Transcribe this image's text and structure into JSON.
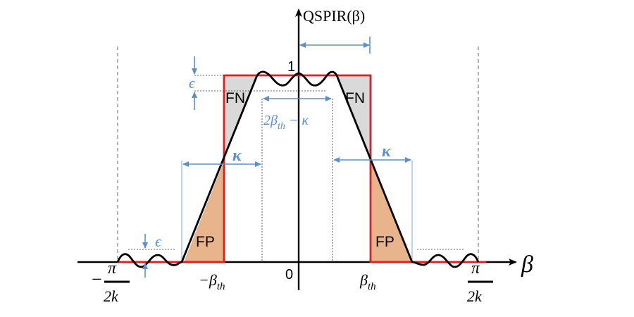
{
  "figure": {
    "y_axis_label": "QSPIR(β)",
    "x_axis_label": "β",
    "tick_one": "1",
    "tick_zero": "0",
    "left_limit": {
      "sign": "−",
      "numerator": "π",
      "denominator": "2k"
    },
    "right_limit": {
      "numerator": "π",
      "denominator": "2k"
    },
    "neg_threshold": {
      "prefix": "−β",
      "subscript": "th"
    },
    "pos_threshold": {
      "prefix": "β",
      "subscript": "th"
    },
    "region_labels": {
      "false_negative": "FN",
      "false_positive": "FP"
    },
    "annotations": {
      "epsilon": "ϵ",
      "kappa": "κ",
      "passband": {
        "prefix": "2β",
        "subscript": "th",
        "suffix": " − κ"
      }
    },
    "colors": {
      "ideal_filter": "#e02020",
      "response_curve": "#000000",
      "annotation": "#5b8fd0",
      "fn_fill": "#d9d9d9",
      "fp_fill": "#e8b48c"
    }
  }
}
